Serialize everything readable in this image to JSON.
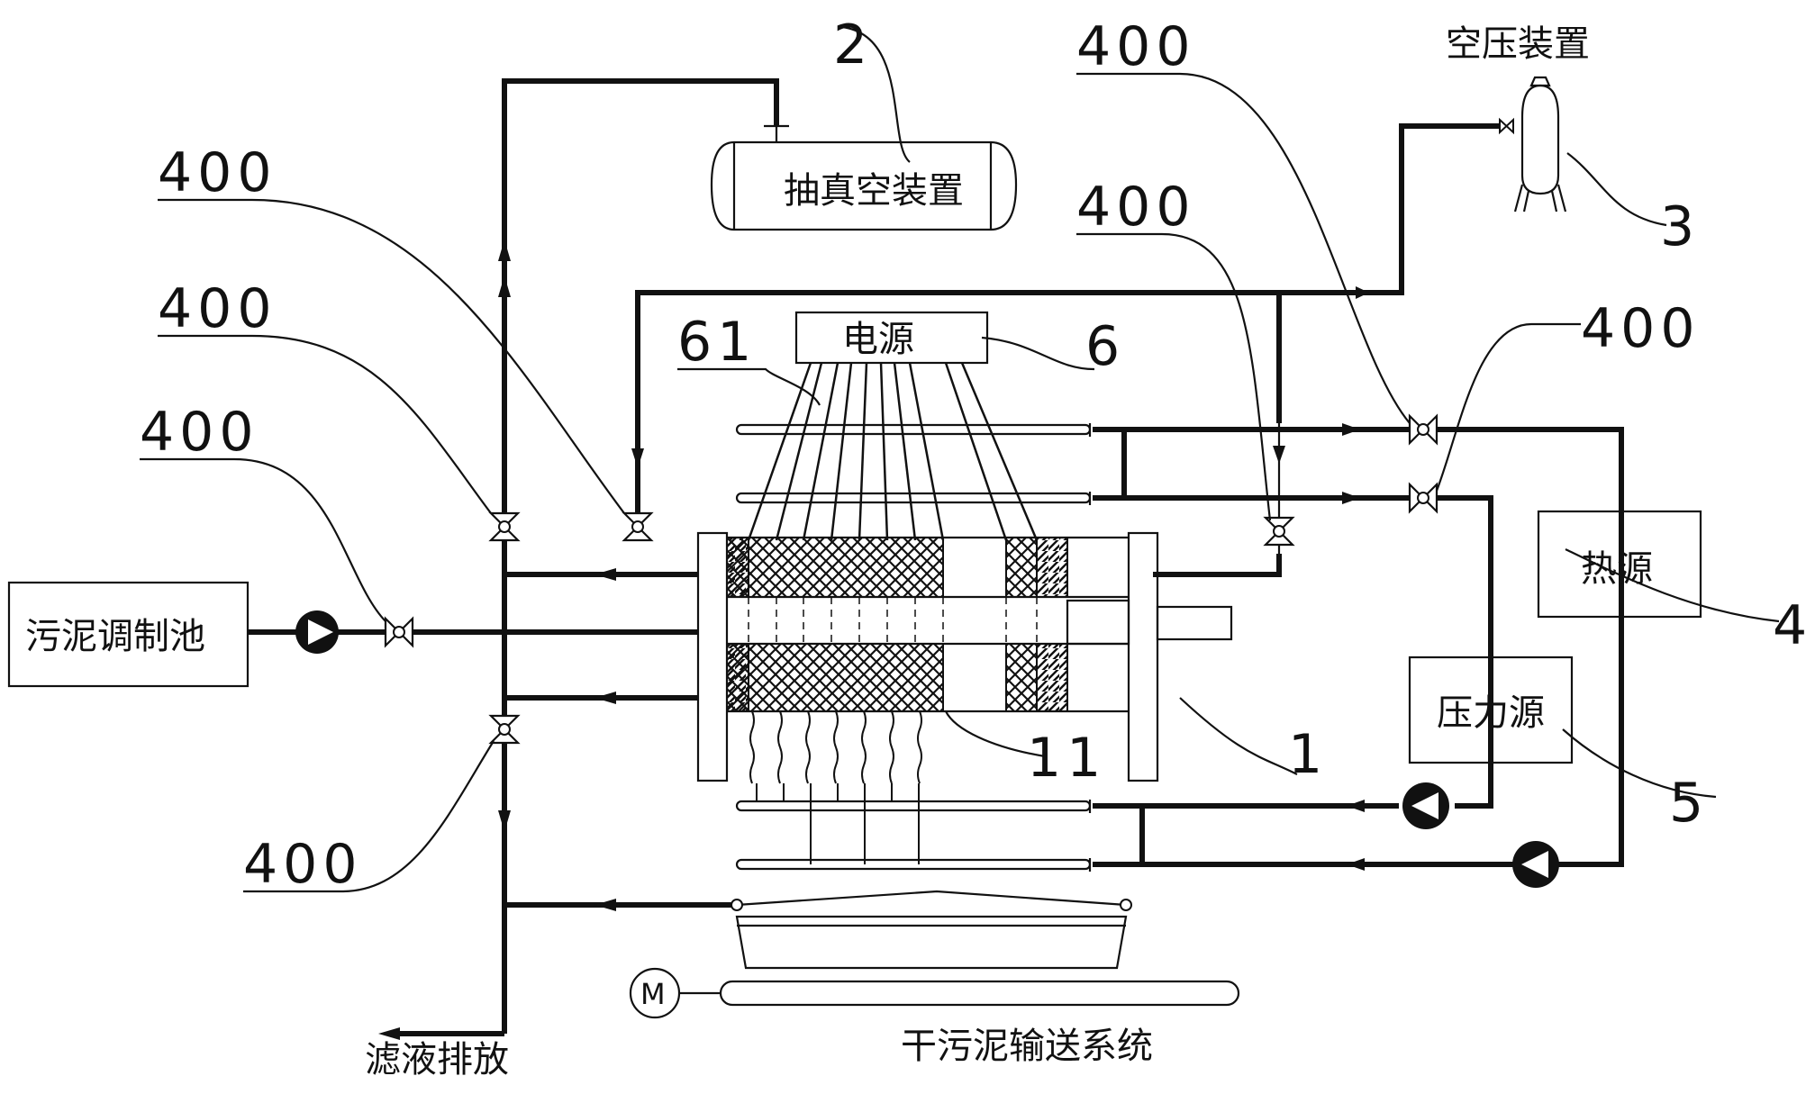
{
  "labels": {
    "vacuum_device": "抽真空装置",
    "vacuum_ref": "2",
    "air_compressor": "空压装置",
    "air_ref": "3",
    "power_supply": "电源",
    "power_ref": "6",
    "electrode_ref": "61",
    "heat_source": "热源",
    "heat_ref": "4",
    "pressure_source": "压力源",
    "pressure_ref": "5",
    "sludge_tank": "污泥调制池",
    "filtrate_discharge": "滤液排放",
    "dry_sludge_conveyor": "干污泥输送系统",
    "press_ref": "1",
    "plate_ref": "11",
    "valve_ref": "400"
  },
  "colors": {
    "line": "#111111",
    "background": "#ffffff"
  }
}
